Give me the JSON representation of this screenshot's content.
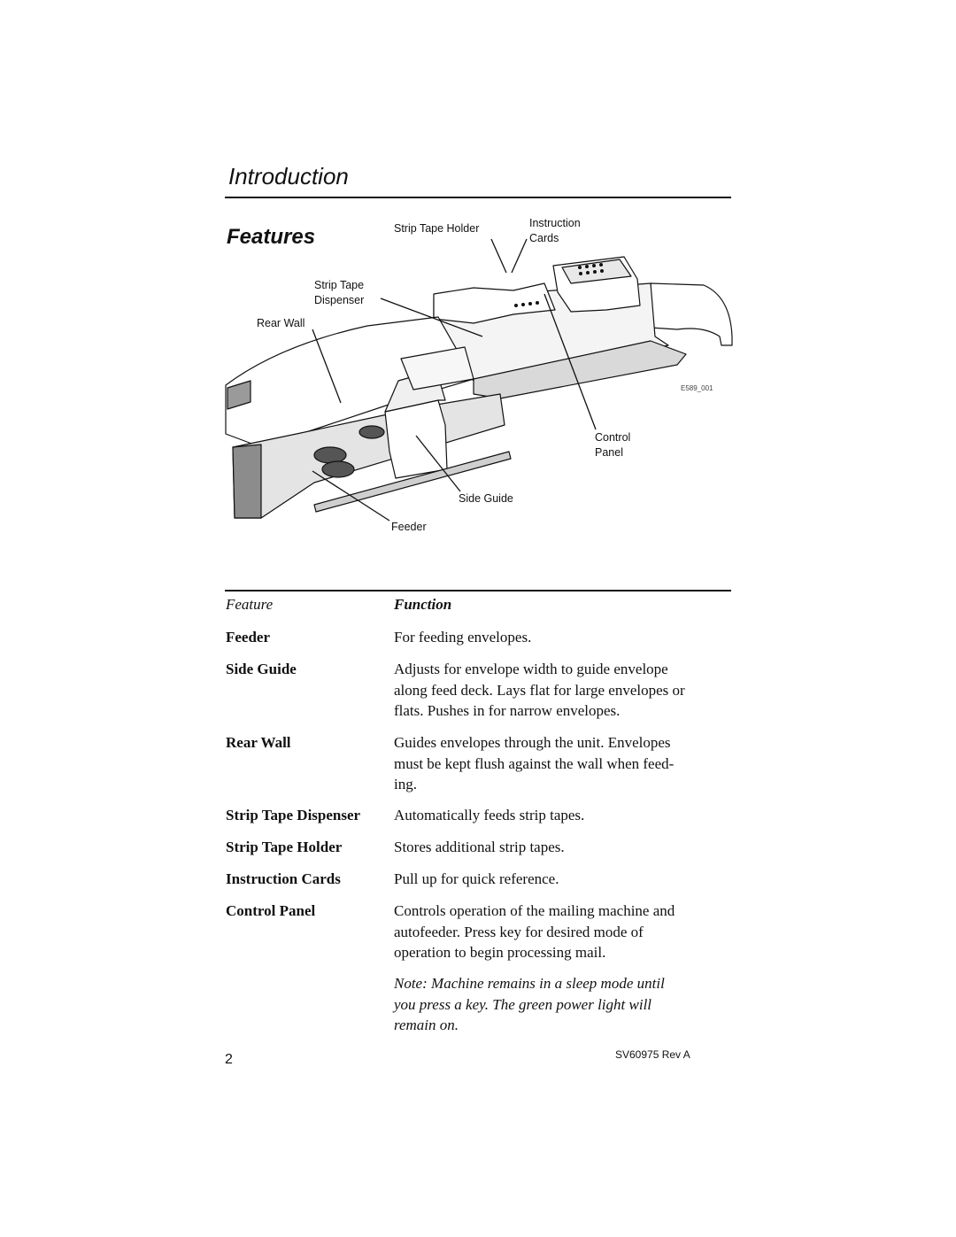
{
  "header": {
    "chapter": "Introduction",
    "section": "Features"
  },
  "figure": {
    "callouts": {
      "strip_tape_holder": "Strip Tape Holder",
      "instruction_cards_1": "Instruction",
      "instruction_cards_2": "Cards",
      "strip_tape_dispenser_1": "Strip Tape",
      "strip_tape_dispenser_2": "Dispenser",
      "rear_wall": "Rear Wall",
      "control_panel_1": "Control",
      "control_panel_2": "Panel",
      "side_guide": "Side Guide",
      "feeder": "Feeder"
    },
    "figure_id": "E589_001"
  },
  "table": {
    "feature_heading": "Feature",
    "function_heading": "Function",
    "rows": [
      {
        "term": "Feeder",
        "lines": [
          "For feeding envelopes."
        ]
      },
      {
        "term": "Side Guide",
        "lines": [
          "Adjusts for envelope width to guide envelope",
          "along feed deck. Lays flat for large envelopes or",
          "flats. Pushes in for narrow envelopes."
        ]
      },
      {
        "term": "Rear Wall",
        "lines": [
          "Guides envelopes through the unit. Envelopes",
          "must be kept flush against the wall when feed-",
          "ing."
        ]
      },
      {
        "term": "Strip Tape Dispenser",
        "lines": [
          "Automatically feeds strip tapes."
        ]
      },
      {
        "term": "Strip Tape Holder",
        "lines": [
          "Stores additional strip tapes."
        ]
      },
      {
        "term": "Instruction Cards",
        "lines": [
          "Pull up for quick reference."
        ]
      },
      {
        "term": "Control Panel",
        "lines": [
          "Controls operation of the mailing machine and",
          "autofeeder. Press key for desired mode of",
          "operation to begin processing mail."
        ]
      }
    ],
    "note": {
      "label": "Note:",
      "lines": [
        " Machine remains in a sleep mode until",
        "you press a key. The green power light will",
        "remain on."
      ]
    }
  },
  "footer": {
    "page_number": "2",
    "doc_code": "SV60975 Rev A"
  }
}
